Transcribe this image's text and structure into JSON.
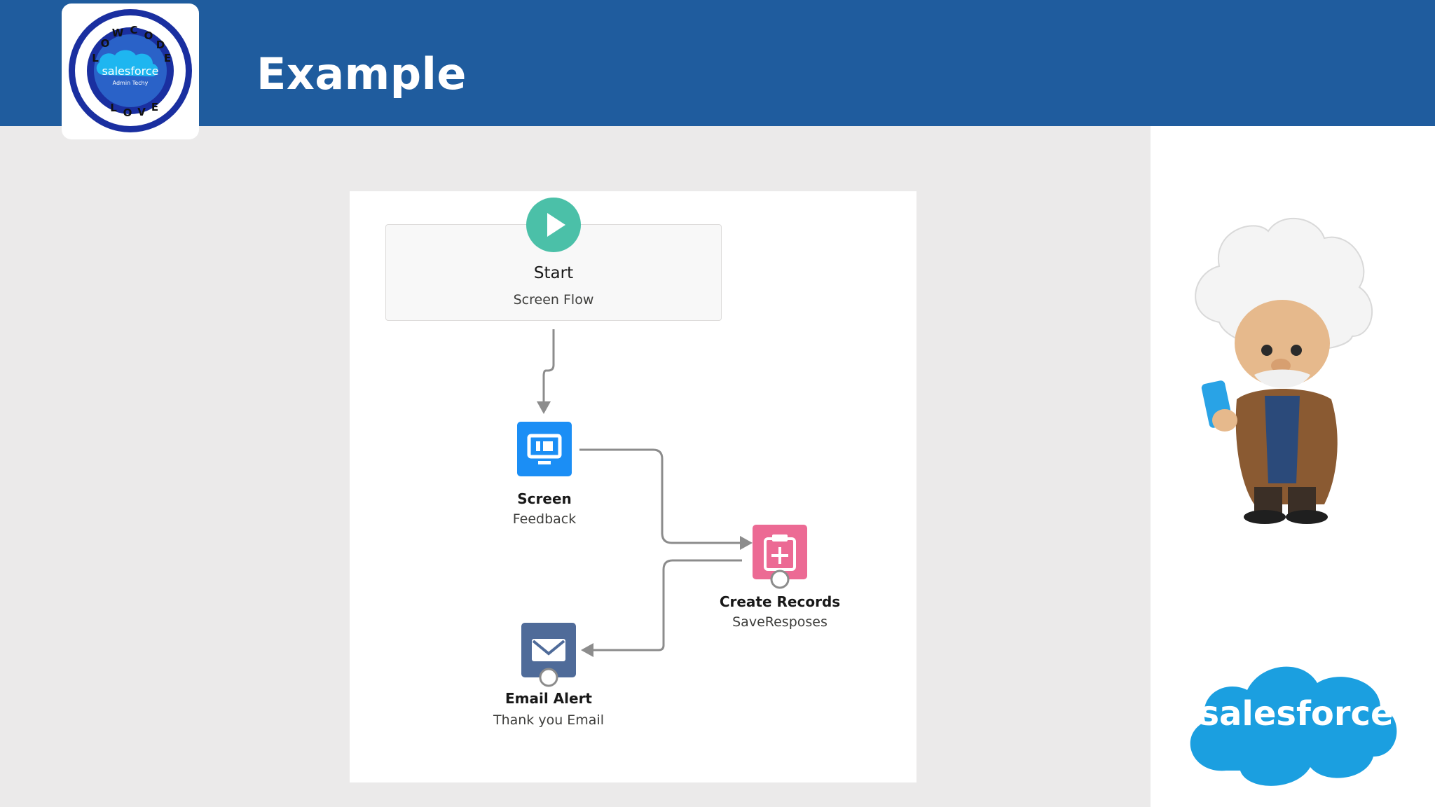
{
  "header": {
    "title": "Example",
    "background": "#1f5c9e"
  },
  "logo": {
    "brand": "salesforce",
    "tagline": "Admin Techy",
    "ring_letters": [
      "L",
      "O",
      "W",
      "C",
      "O",
      "D",
      "E",
      "L",
      "O",
      "V",
      "E"
    ]
  },
  "flow": {
    "start": {
      "title": "Start",
      "subtitle": "Screen Flow",
      "icon": "play-icon",
      "color": "#4bc0a8"
    },
    "screen": {
      "title": "Screen",
      "subtitle": "Feedback",
      "icon": "monitor-icon",
      "color": "#1b8ef5"
    },
    "create_records": {
      "title": "Create Records",
      "subtitle": "SaveResposes",
      "icon": "clipboard-plus-icon",
      "color": "#ec6a94"
    },
    "email_alert": {
      "title": "Email Alert",
      "subtitle": "Thank you Email",
      "icon": "envelope-icon",
      "color": "#4f6b99"
    },
    "connector_color": "#8c8c8c"
  },
  "branding": {
    "cloud_text": "salesforce",
    "cloud_color": "#1b9fe0",
    "mascot": "einstein-mascot"
  }
}
